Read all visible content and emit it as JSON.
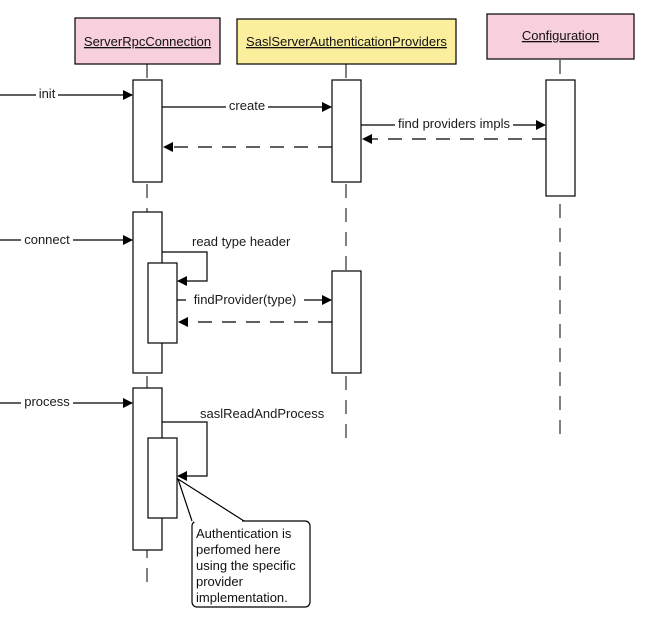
{
  "participants": {
    "server_rpc": {
      "name": "ServerRpcConnection",
      "color": "#f8cfdc"
    },
    "sasl_providers": {
      "name": "SaslServerAuthenticationProviders",
      "color": "#fbef9e"
    },
    "configuration": {
      "name": "Configuration",
      "color": "#f8cfdc"
    }
  },
  "messages": {
    "init": "init",
    "create": "create",
    "find_providers_impls": "find providers impls",
    "connect": "connect",
    "read_type_header": "read type header",
    "find_provider": "findProvider(type)",
    "process": "process",
    "sasl_read_and_process": "saslReadAndProcess"
  },
  "note": {
    "lines": [
      "Authentication is",
      "perfomed here",
      "using the specific",
      "provider",
      "implementation."
    ]
  }
}
